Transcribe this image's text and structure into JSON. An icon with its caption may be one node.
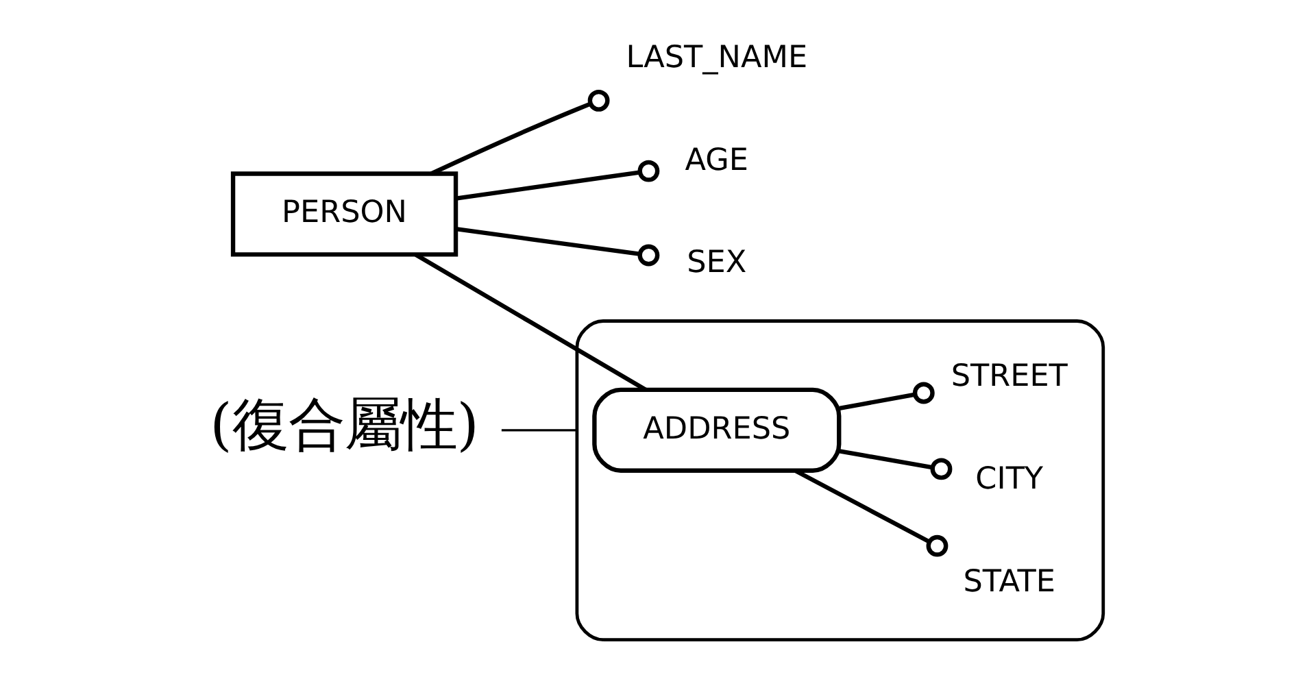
{
  "diagram": {
    "nodes": [
      {
        "text": [
          "PERSON"
        ]
      },
      {
        "text": [
          "LAST_NAME"
        ]
      },
      {
        "text": [
          "AGE"
        ]
      },
      {
        "text": [
          "SEX"
        ]
      },
      {
        "text": [],
        "shape": "ellipse"
      },
      {
        "text": [
          "ADDRESS"
        ],
        "in": 4
      },
      {
        "text": [
          "STREET"
        ],
        "in": 4
      },
      {
        "text": [
          "CITY"
        ],
        "in": 4
      },
      {
        "text": [
          "STATE"
        ],
        "in": 4
      },
      {
        "text": [
          "(復合屬性)"
        ]
      }
    ],
    "edges": [
      {
        "from": 0,
        "to": 1,
        "arrow": "other"
      },
      {
        "from": 0,
        "to": 2,
        "arrow": "other"
      },
      {
        "from": 0,
        "to": 3,
        "arrow": "other"
      },
      {
        "from": 0,
        "to": 5,
        "arrow": "none"
      },
      {
        "from": 5,
        "to": 6,
        "arrow": "other"
      },
      {
        "from": 5,
        "to": 7,
        "arrow": "other"
      },
      {
        "from": 5,
        "to": 8,
        "arrow": "other"
      },
      {
        "from": 9,
        "to": 4,
        "arrow": "none"
      }
    ]
  }
}
